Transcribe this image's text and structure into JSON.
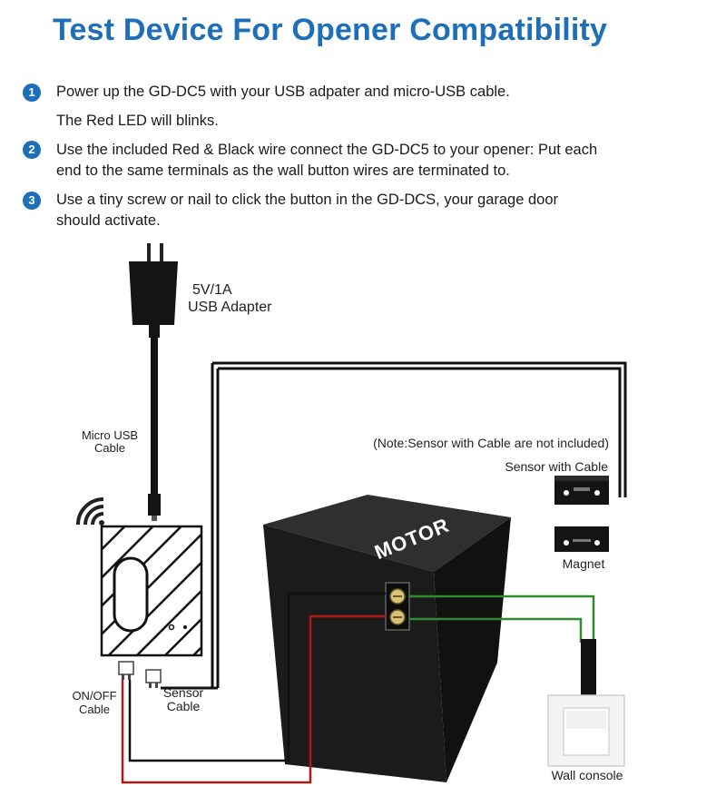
{
  "title": "Test Device For Opener Compatibility",
  "steps": [
    {
      "number": "1",
      "lines": [
        "Power up the GD-DC5 with your USB adpater and micro-USB cable.",
        "The Red LED will blinks."
      ]
    },
    {
      "number": "2",
      "lines": [
        "Use the included Red & Black wire connect the GD-DC5 to your opener: Put each",
        "end to the same terminals as the wall button wires are terminated to."
      ]
    },
    {
      "number": "3",
      "lines": [
        "Use a tiny screw or nail to click the button in the GD-DCS, your garage door",
        "should activate."
      ]
    }
  ],
  "diagram": {
    "adapter_line1": "5V/1A",
    "adapter_line2": "USB Adapter",
    "micro_usb_line1": "Micro USB",
    "micro_usb_line2": "Cable",
    "note": "(Note:Sensor with Cable are not included)",
    "sensor_label": "Sensor with Cable",
    "magnet_label": "Magnet",
    "motor_label": "MOTOR",
    "onoff_line1": "ON/OFF",
    "onoff_line2": "Cable",
    "sensor_cable_line1": "Sensor",
    "sensor_cable_line2": "Cable",
    "wall_console_label": "Wall console",
    "wifi_icon": "wifi-icon",
    "colors": {
      "title": "#1e6fb8",
      "red_wire": "#b01818",
      "green_wire": "#2e8b2e",
      "motor": "#1b1b1b"
    }
  }
}
